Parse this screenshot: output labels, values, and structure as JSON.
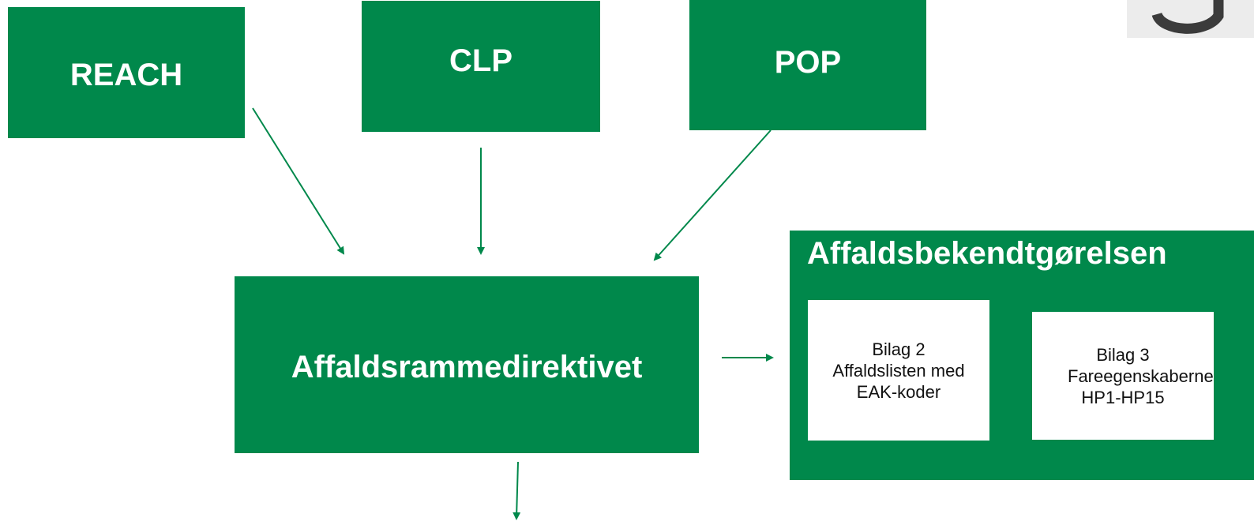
{
  "nodes": {
    "reach": "REACH",
    "clp": "CLP",
    "pop": "POP",
    "direktiv": "Affaldsrammedirektivet",
    "bekendtgoerelse": {
      "title": "Affaldsbekendtgørelsen",
      "bilag2": "Bilag 2 Affaldslisten med EAK-koder",
      "bilag3": "Bilag 3 Fareegenskaberne HP1-HP15"
    }
  },
  "edges": [
    {
      "from": "REACH",
      "to": "Affaldsrammedirektivet"
    },
    {
      "from": "CLP",
      "to": "Affaldsrammedirektivet"
    },
    {
      "from": "POP",
      "to": "Affaldsrammedirektivet"
    },
    {
      "from": "Affaldsrammedirektivet",
      "to": "Affaldsbekendtgørelsen"
    },
    {
      "from": "Affaldsrammedirektivet",
      "to": ""
    }
  ],
  "colors": {
    "box_green": "#00884b",
    "arrow_green": "#00884b",
    "inner_box": "#ffffff",
    "logo_bg": "#ececec"
  },
  "icons": {
    "corner_logo": "logo-fragment-icon"
  }
}
